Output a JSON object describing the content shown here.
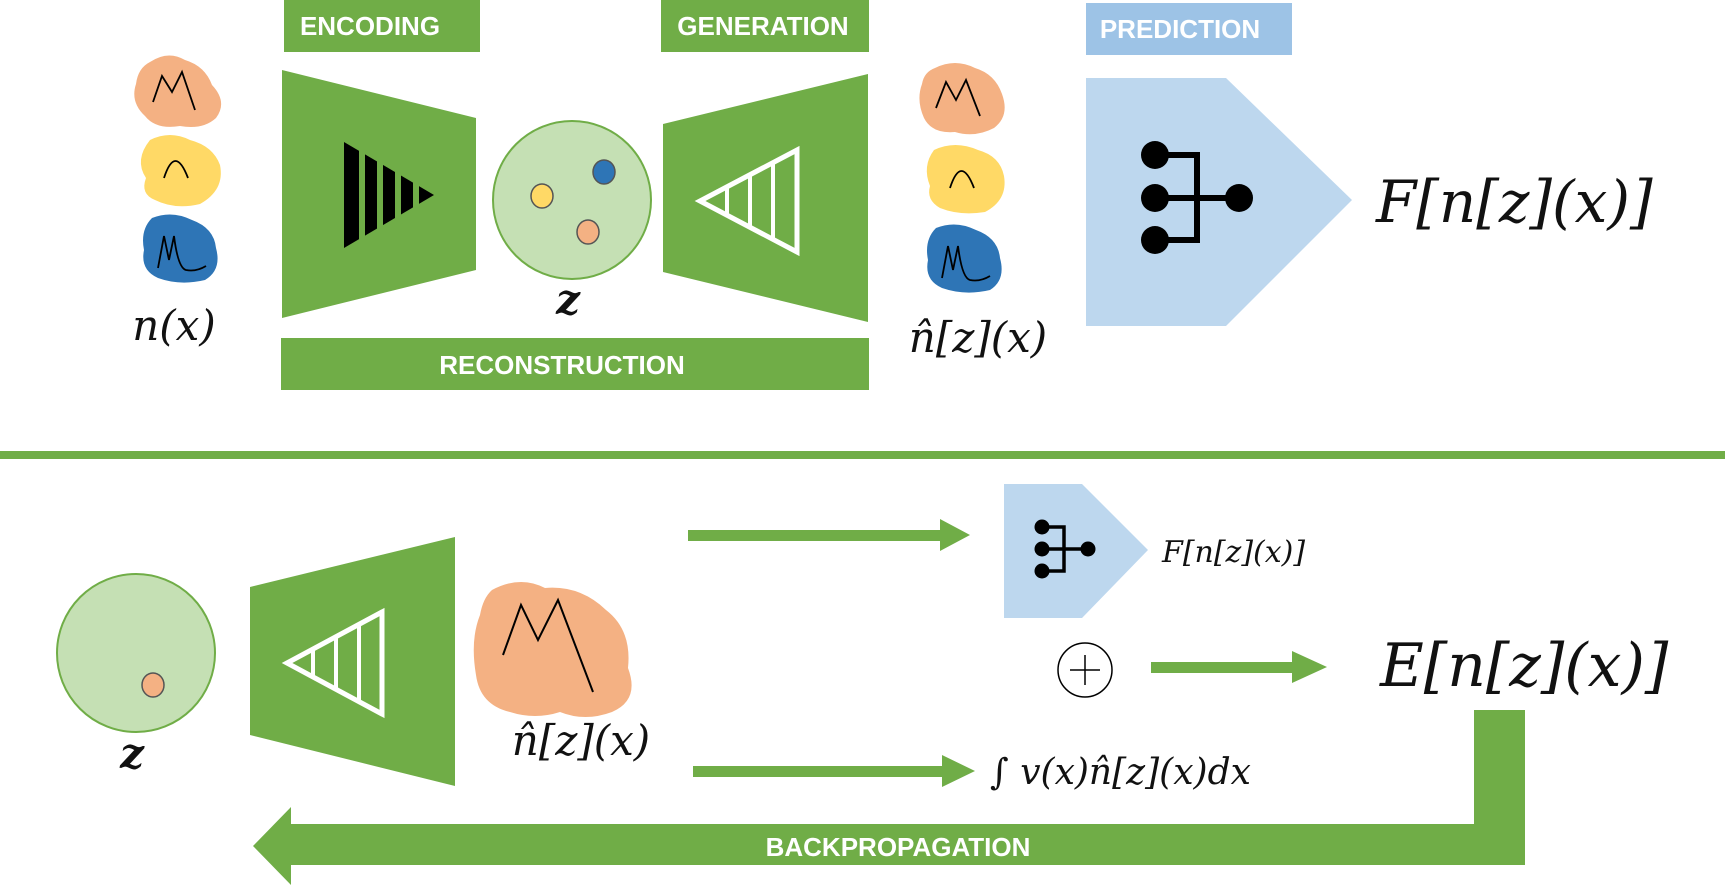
{
  "labels": {
    "encoding": "ENCODING",
    "generation": "GENERATION",
    "prediction": "PREDICTION",
    "reconstruction": "RECONSTRUCTION",
    "backpropagation": "BACKPROPAGATION"
  },
  "math": {
    "n_x": "n(x)",
    "z": "z",
    "z_bottom": "z",
    "nhat_top": "n̂[z](x)",
    "nhat_bottom": "n̂[z](x)",
    "F_big": "F[n[z](x)]",
    "F_small": "F[n[z](x)]",
    "integral": "∫ v(x)n̂[z](x)dx",
    "E": "E[n[z](x)]",
    "oplus": "⊕"
  },
  "colors": {
    "green": "#70AD47",
    "light_green": "#C5E0B4",
    "light_blue": "#BDD7EE",
    "blue_label": "#9DC3E6",
    "orange": "#F4B183",
    "yellow": "#FFD966",
    "blue": "#2E75B6"
  }
}
